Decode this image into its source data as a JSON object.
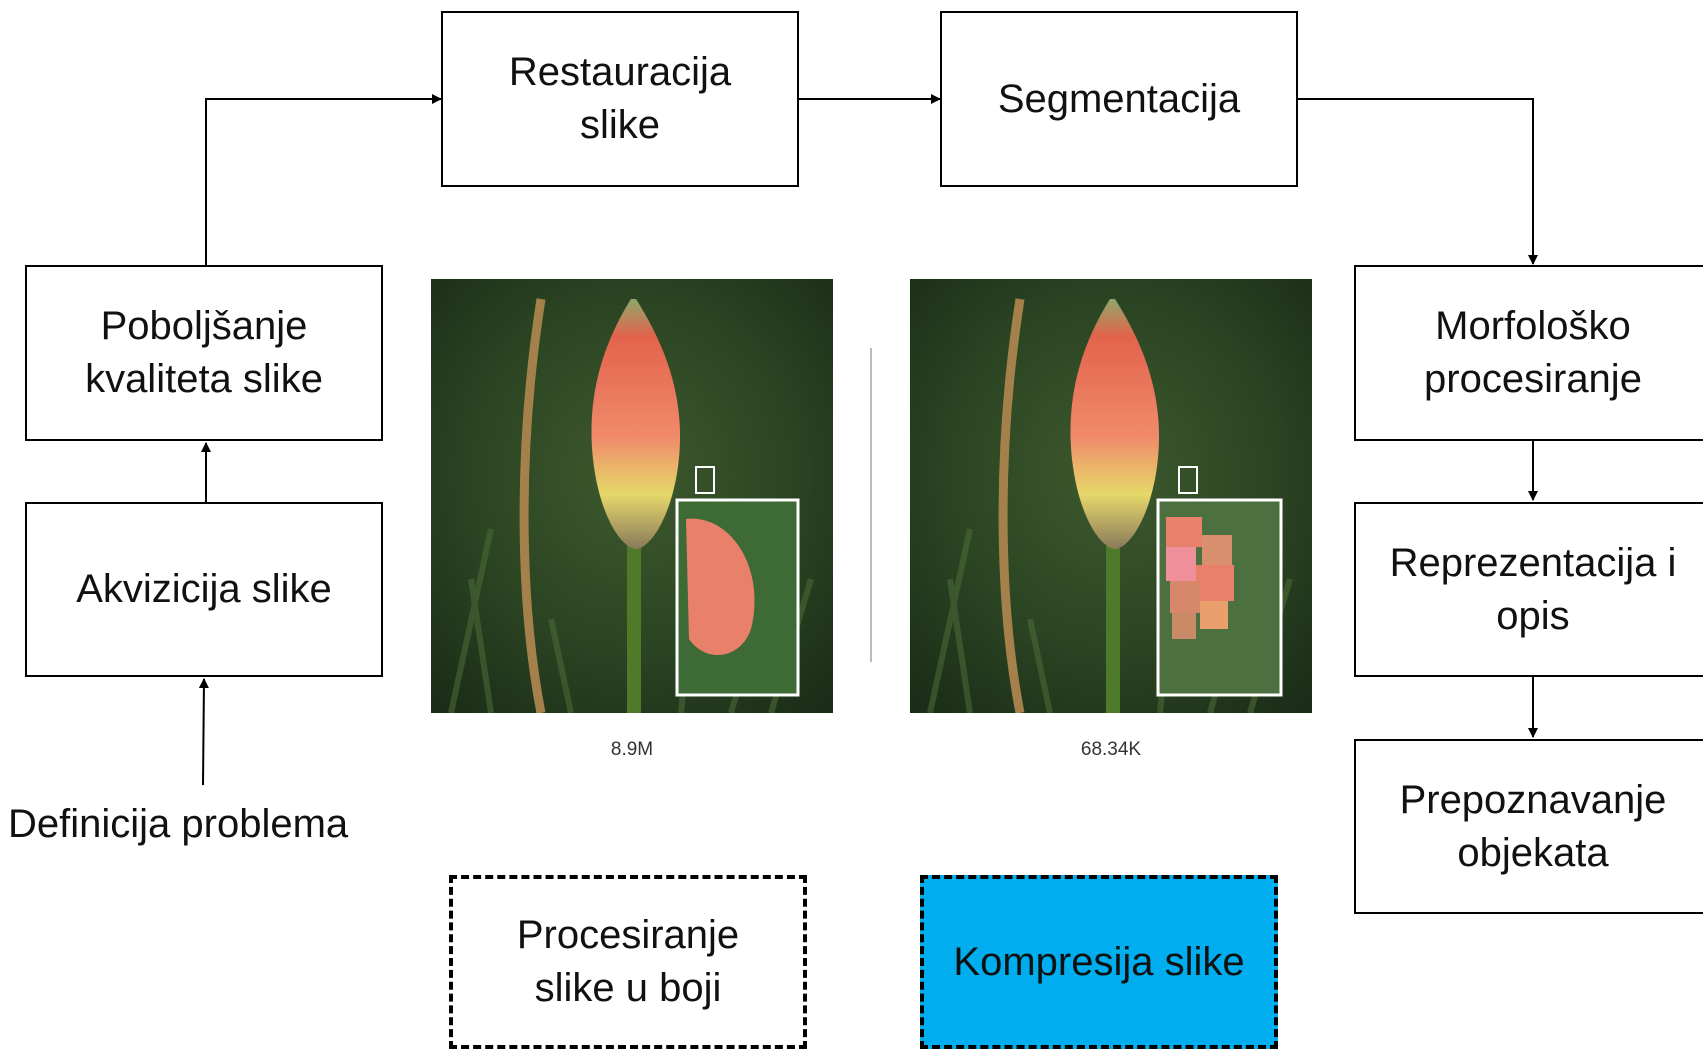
{
  "diagram": {
    "boxes": {
      "restauracija": "Restauracija\nslike",
      "segmentacija": "Segmentacija",
      "poboljsanje": "Poboljšanje\nkvaliteta slike",
      "akvizicija": "Akvizicija slike",
      "morfolosko": "Morfološko\nprocesiranje",
      "reprezentacija": "Reprezentacija i\nopis",
      "prepoznavanje": "Prepoznavanje\nobjekata",
      "procesiranje_boja": "Procesiranje\nslike u boji",
      "kompresija": "Kompresija slike"
    },
    "problem_label": "Definicija problema",
    "photo_captions": {
      "original": "8.9M",
      "compressed": "68.34K"
    },
    "colors": {
      "highlight": "#00AEEF",
      "lines": "#000000",
      "foliage": "#2f4a26",
      "flower_top": "#e85a4a",
      "flower_bottom": "#e8e070"
    }
  }
}
